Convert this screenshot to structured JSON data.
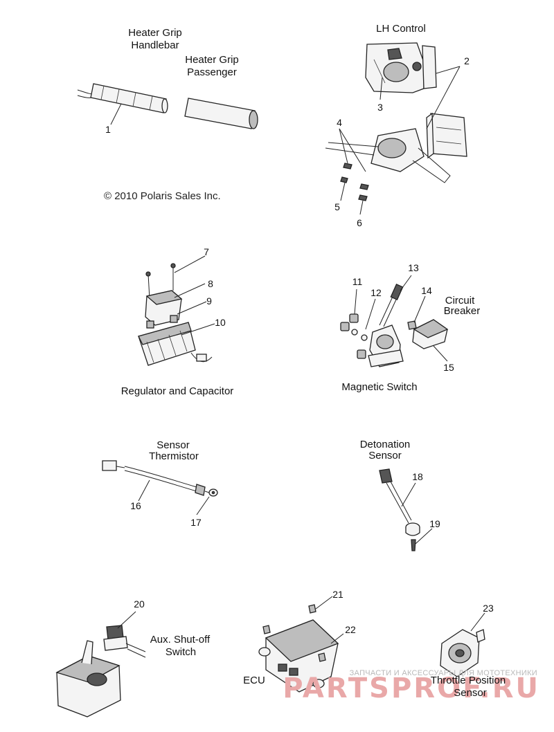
{
  "labels": {
    "heater_grip_handlebar_1": "Heater Grip",
    "heater_grip_handlebar_2": "Handlebar",
    "heater_grip_passenger_1": "Heater Grip",
    "heater_grip_passenger_2": "Passenger",
    "lh_control": "LH Control",
    "copyright": "© 2010 Polaris Sales Inc.",
    "regulator": "Regulator and Capacitor",
    "magnetic_switch": "Magnetic Switch",
    "circuit_breaker_1": "Circuit",
    "circuit_breaker_2": "Breaker",
    "sensor_thermistor_1": "Sensor",
    "sensor_thermistor_2": "Thermistor",
    "detonation_sensor_1": "Detonation",
    "detonation_sensor_2": "Sensor",
    "aux_shutoff_1": "Aux. Shut-off",
    "aux_shutoff_2": "Switch",
    "ecu": "ECU",
    "throttle_position_1": "Throttle Position",
    "throttle_position_2": "Sensor"
  },
  "callouts": [
    "1",
    "2",
    "3",
    "4",
    "5",
    "6",
    "7",
    "8",
    "9",
    "10",
    "11",
    "12",
    "13",
    "14",
    "15",
    "16",
    "17",
    "18",
    "19",
    "20",
    "21",
    "22",
    "23"
  ],
  "watermark": {
    "tagline": "ЗАПЧАСТИ И АКСЕССУАРЫ ДЛЯ МОТОТЕХНИКИ",
    "brand": "PARTSPROF.RU",
    "color": "#e9a8a8"
  }
}
